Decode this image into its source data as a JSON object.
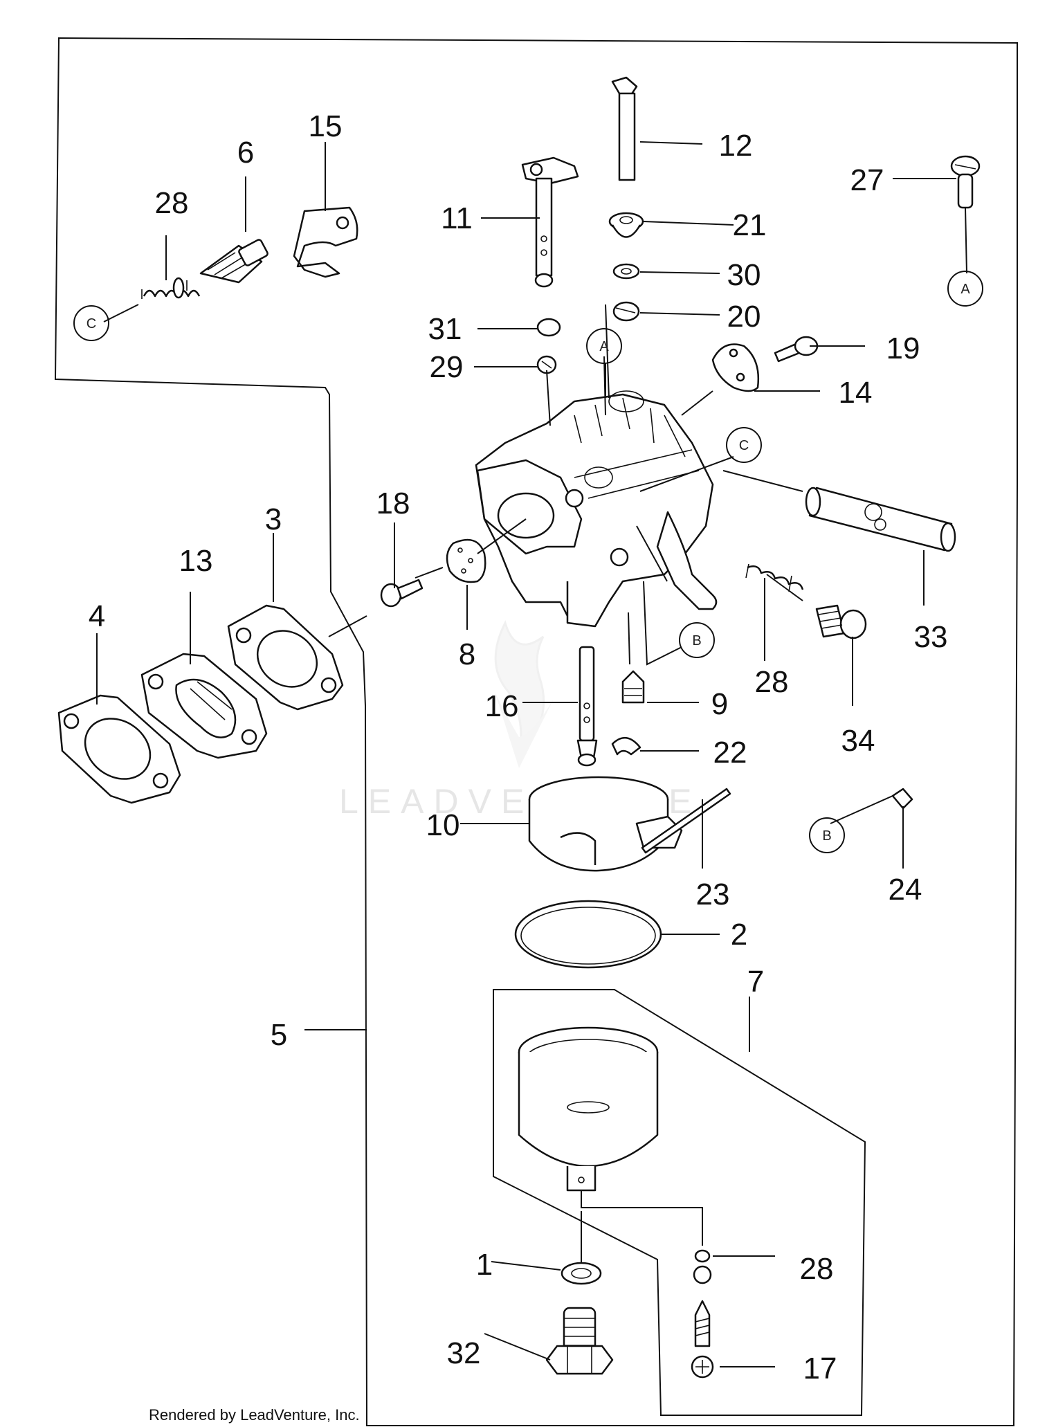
{
  "callouts": [
    {
      "id": "p1",
      "text": "1"
    },
    {
      "id": "p2",
      "text": "2"
    },
    {
      "id": "p3",
      "text": "3"
    },
    {
      "id": "p4",
      "text": "4"
    },
    {
      "id": "p5",
      "text": "5"
    },
    {
      "id": "p6",
      "text": "6"
    },
    {
      "id": "p7",
      "text": "7"
    },
    {
      "id": "p8",
      "text": "8"
    },
    {
      "id": "p9",
      "text": "9"
    },
    {
      "id": "p10",
      "text": "10"
    },
    {
      "id": "p11",
      "text": "11"
    },
    {
      "id": "p12",
      "text": "12"
    },
    {
      "id": "p13",
      "text": "13"
    },
    {
      "id": "p14",
      "text": "14"
    },
    {
      "id": "p15",
      "text": "15"
    },
    {
      "id": "p16",
      "text": "16"
    },
    {
      "id": "p17",
      "text": "17"
    },
    {
      "id": "p18",
      "text": "18"
    },
    {
      "id": "p19",
      "text": "19"
    },
    {
      "id": "p20",
      "text": "20"
    },
    {
      "id": "p21",
      "text": "21"
    },
    {
      "id": "p22",
      "text": "22"
    },
    {
      "id": "p23",
      "text": "23"
    },
    {
      "id": "p24",
      "text": "24"
    },
    {
      "id": "p27",
      "text": "27"
    },
    {
      "id": "p28a",
      "text": "28"
    },
    {
      "id": "p28b",
      "text": "28"
    },
    {
      "id": "p28c",
      "text": "28"
    },
    {
      "id": "p29",
      "text": "29"
    },
    {
      "id": "p30",
      "text": "30"
    },
    {
      "id": "p31",
      "text": "31"
    },
    {
      "id": "p32",
      "text": "32"
    },
    {
      "id": "p33",
      "text": "33"
    },
    {
      "id": "p34",
      "text": "34"
    }
  ],
  "reference_markers": [
    {
      "id": "ref_a_top",
      "text": "A"
    },
    {
      "id": "ref_a_body",
      "text": "A"
    },
    {
      "id": "ref_b_body",
      "text": "B"
    },
    {
      "id": "ref_b_side",
      "text": "B"
    },
    {
      "id": "ref_c_left",
      "text": "C"
    },
    {
      "id": "ref_c_body",
      "text": "C"
    }
  ],
  "watermark": "LEADVENTURE",
  "footer": "Rendered by LeadVenture, Inc."
}
